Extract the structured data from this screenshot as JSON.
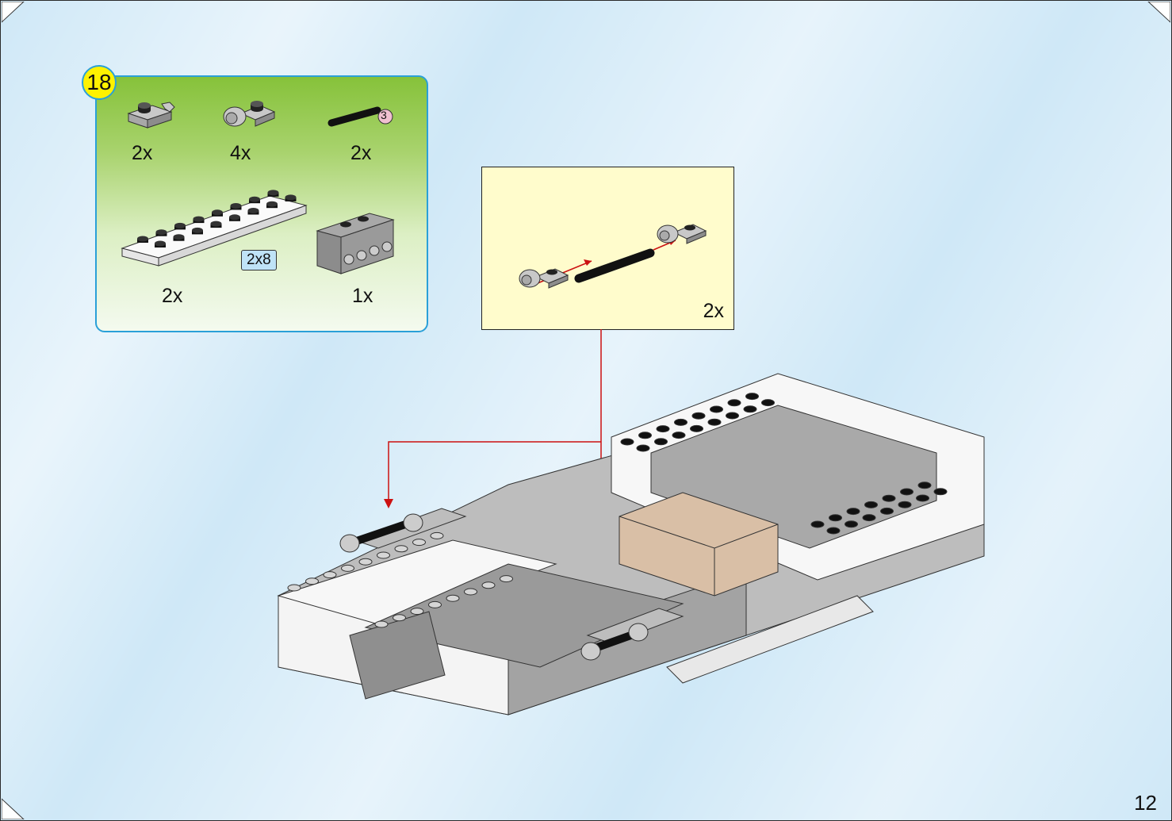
{
  "step": {
    "number": "18"
  },
  "parts_list": {
    "items": [
      {
        "name": "plate-1x2-with-clip",
        "qty": "2x"
      },
      {
        "name": "plate-1x2-with-ball-socket",
        "qty": "4x"
      },
      {
        "name": "black-bar",
        "qty": "2x",
        "length_label": "3"
      },
      {
        "name": "white-plate-2x8",
        "qty": "2x",
        "size_label": "2x8"
      },
      {
        "name": "gray-bracket-with-4-technic-holes",
        "qty": "1x"
      }
    ]
  },
  "callout": {
    "qty": "2x"
  },
  "page_number": "12",
  "colors": {
    "panel_border": "#2aa0d8",
    "badge_fill": "#fff200",
    "arrow": "#cc1111",
    "callout_bg": "#fffccc",
    "length_badge": "#f0c0d0",
    "size_tag": "#bfe3f7"
  }
}
